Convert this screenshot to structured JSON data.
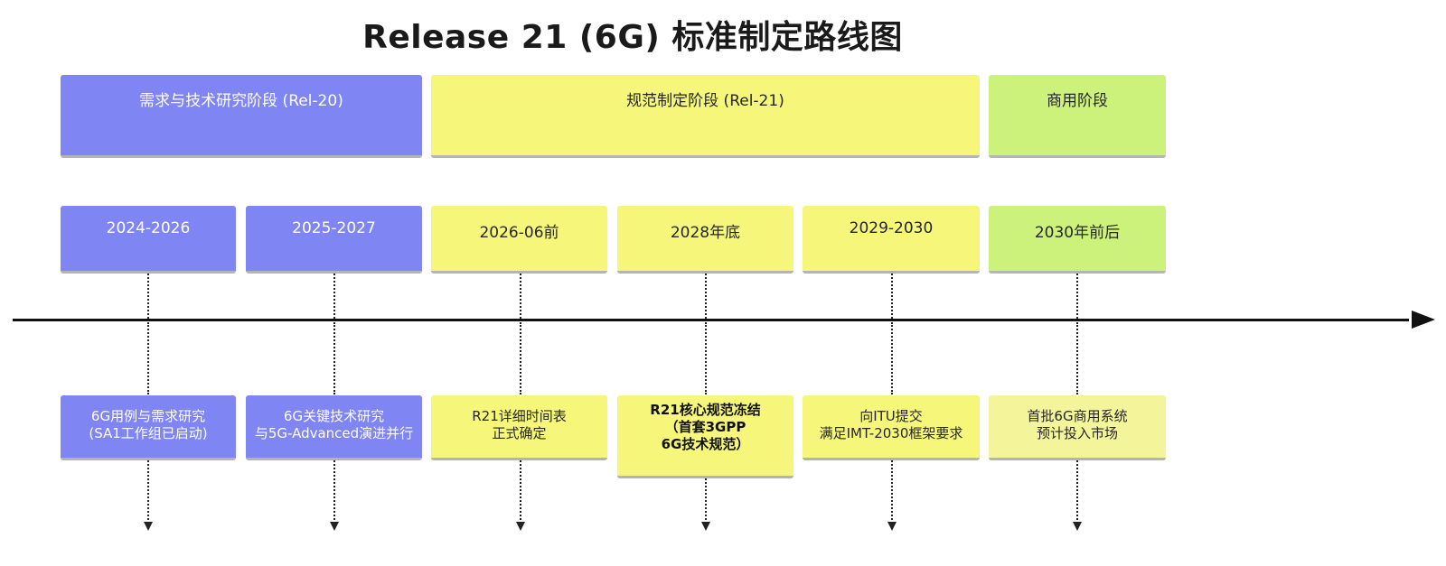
{
  "title": "Release 21 (6G) 标准制定路线图",
  "phases": [
    {
      "label": "需求与技术研究阶段 (Rel-20)",
      "color": "blue"
    },
    {
      "label": "规范制定阶段 (Rel-21)",
      "color": "yellow"
    },
    {
      "label": "商用阶段",
      "color": "green"
    }
  ],
  "milestones": [
    {
      "date": "2024-2026",
      "desc_lines": [
        "6G用例与需求研究",
        "(SA1工作组已启动)"
      ],
      "color": "blue"
    },
    {
      "date": "2025-2027",
      "desc_lines": [
        "6G关键技术研究",
        "与5G-Advanced演进并行"
      ],
      "color": "blue"
    },
    {
      "date": "2026-06前",
      "desc_lines": [
        "R21详细时间表",
        "正式确定"
      ],
      "color": "yellow"
    },
    {
      "date": "2028年底",
      "desc_lines": [
        "R21核心规范冻结",
        "（首套3GPP",
        "6G技术规范）"
      ],
      "color": "yellow"
    },
    {
      "date": "2029-2030",
      "desc_lines": [
        "向ITU提交",
        "满足IMT-2030框架要求"
      ],
      "color": "yellow"
    },
    {
      "date": "2030年前后",
      "desc_lines": [
        "首批6G商用系统",
        "预计投入市场"
      ],
      "color": "green"
    }
  ],
  "colors": {
    "blue": "#8085f4",
    "yellow": "#f6f77a",
    "green": "#cdf27b",
    "axis": "#111111"
  }
}
